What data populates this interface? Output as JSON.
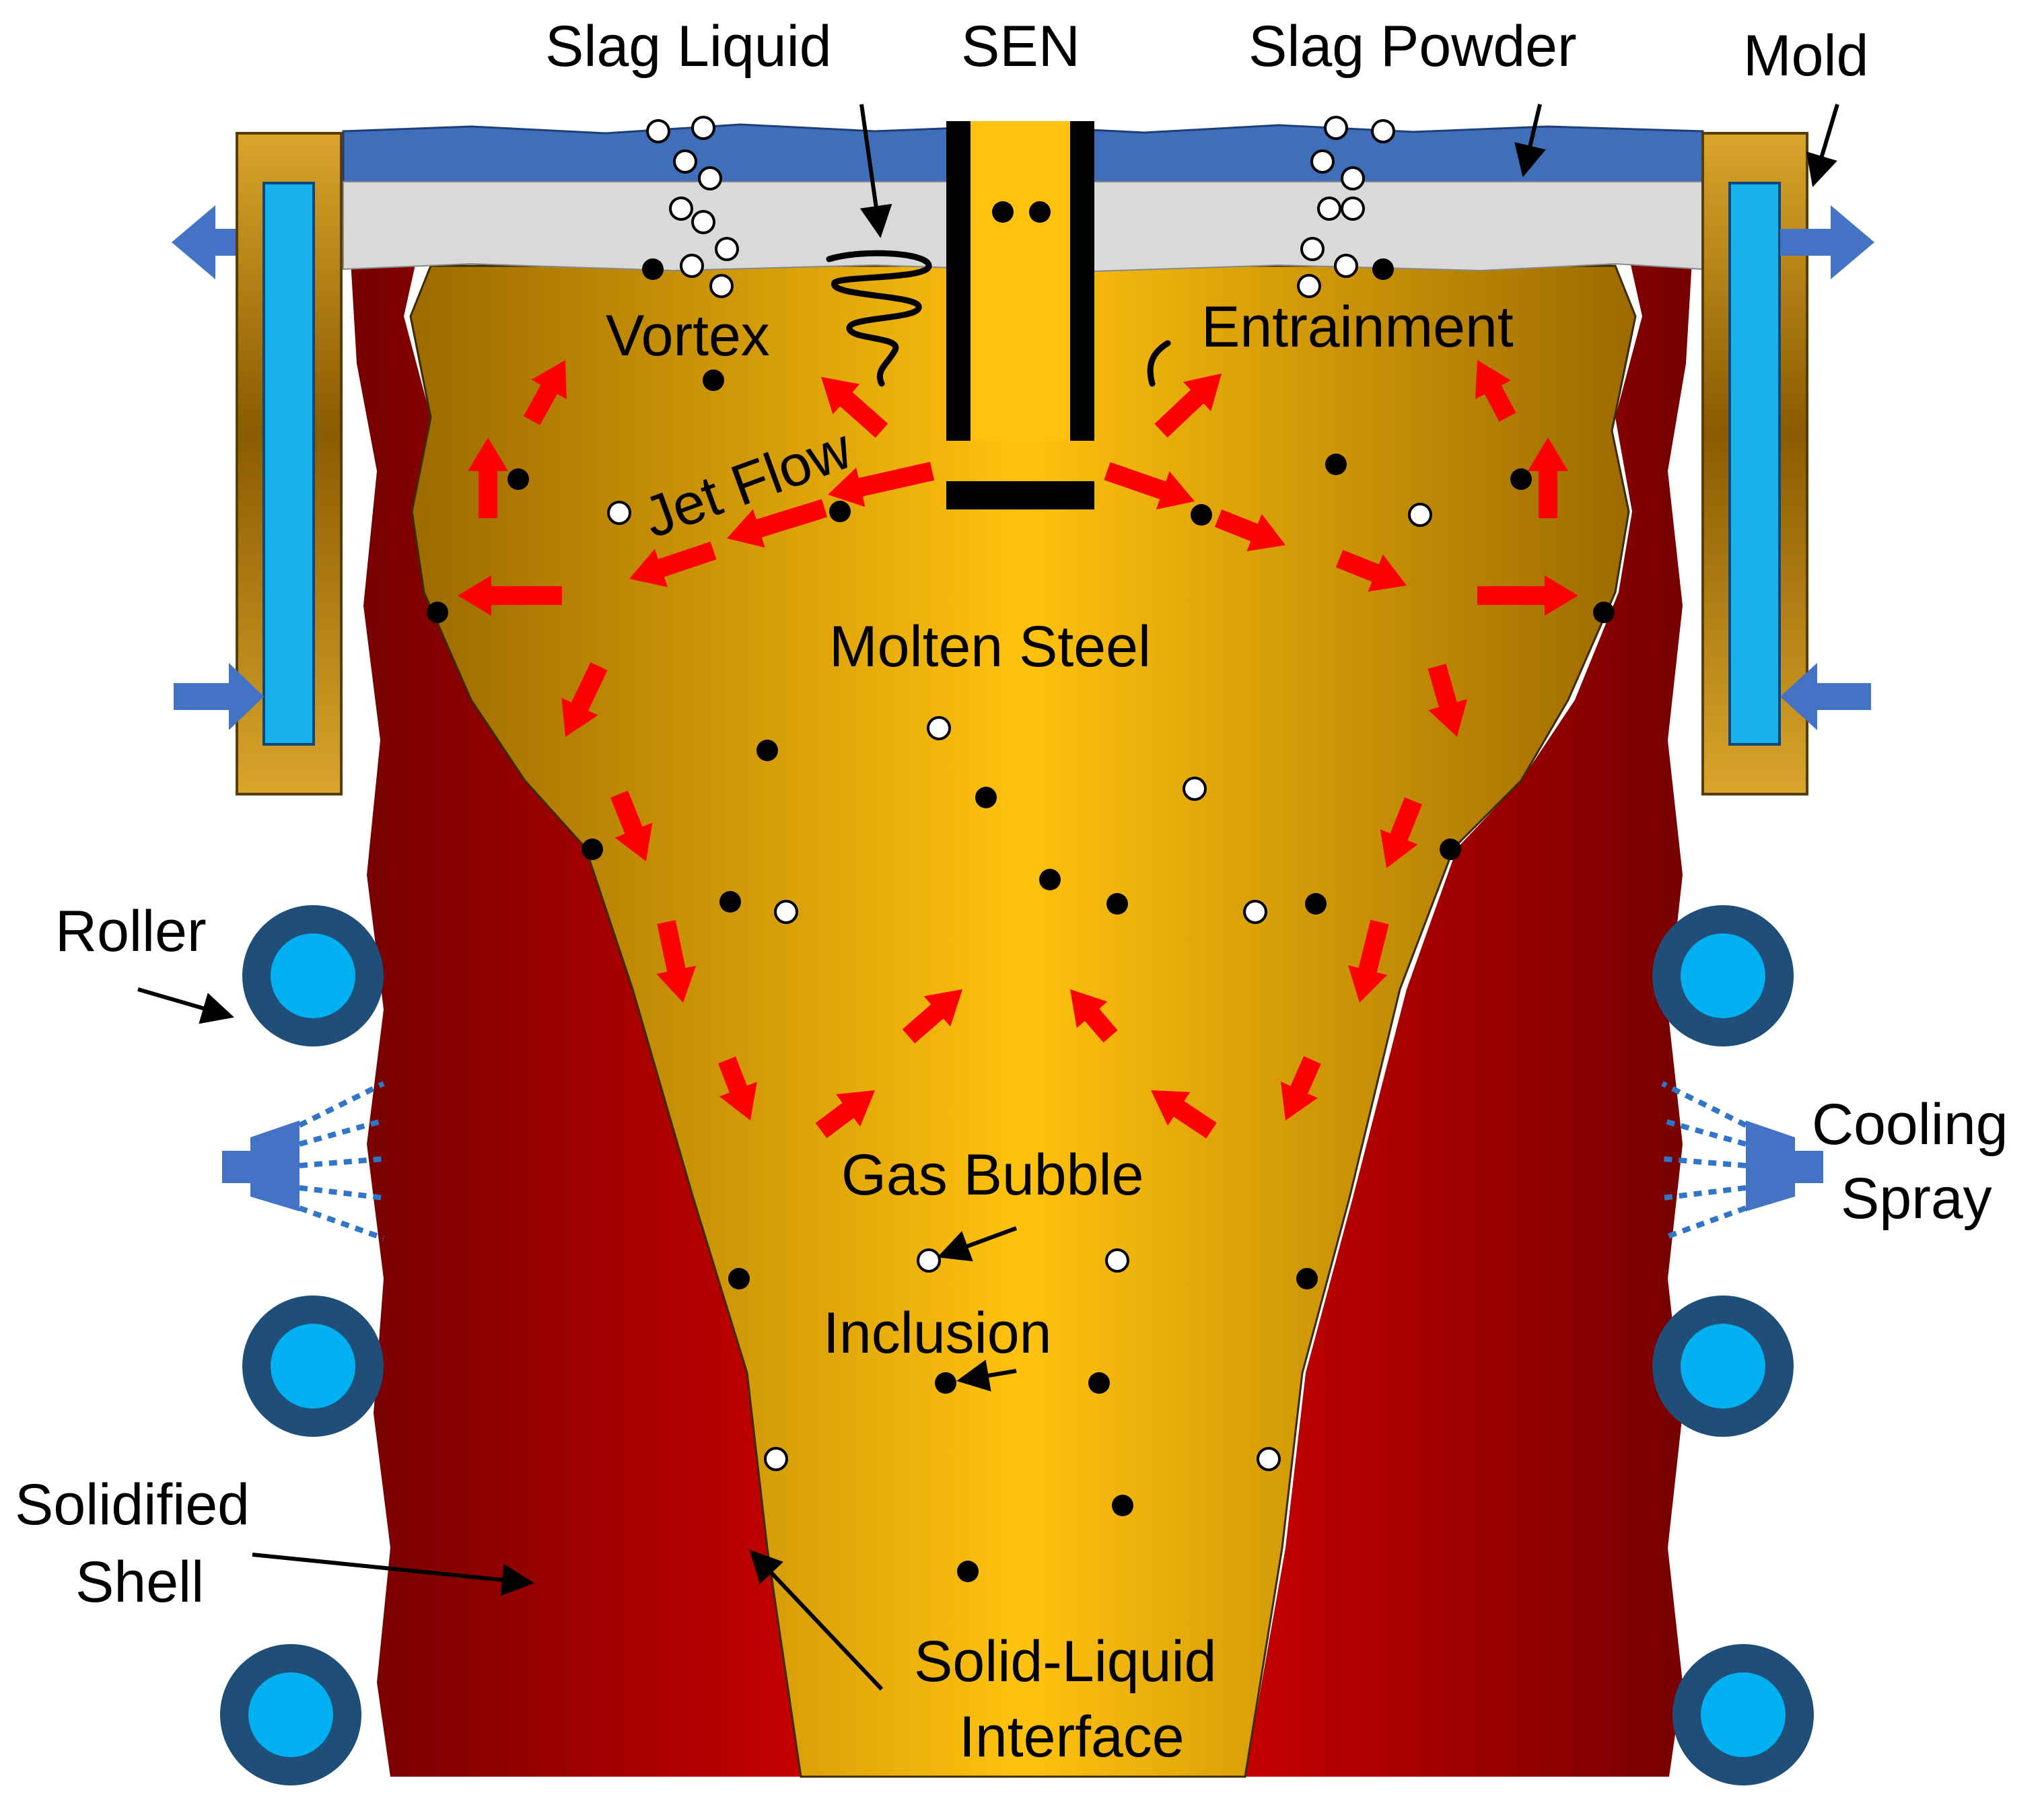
{
  "labels": {
    "slag_liquid": "Slag Liquid",
    "sen": "SEN",
    "slag_powder": "Slag Powder",
    "mold": "Mold",
    "vortex": "Vortex",
    "entrainment": "Entrainment",
    "jet_flow": "Jet Flow",
    "molten_steel": "Molten Steel",
    "roller": "Roller",
    "cooling_line1": "Cooling",
    "cooling_line2": "Spray",
    "gas_bubble": "Gas Bubble",
    "inclusion": "Inclusion",
    "solidified_line1": "Solidified",
    "solidified_line2": "Shell",
    "interface_line1": "Solid-Liquid",
    "interface_line2": "Interface"
  },
  "colors": {
    "slag_powder": "#3e6fb8",
    "slag_liquid": "#d9d9d9",
    "molten_steel_center": "#ffc20e",
    "molten_steel_edge": "#a07000",
    "shell_dark": "#7a0000",
    "shell_light": "#c00000",
    "mold_frame": "#c9901a",
    "coolant": "#19b2ec",
    "roller_ring": "#1f4e79",
    "roller_core": "#00b0f0",
    "flow_arrow": "#ff0000",
    "coolant_arrow": "#4472c4",
    "spray_nozzle": "#4472c4",
    "sen": "#000000"
  },
  "icons": [
    "vortex-icon",
    "roller-icon",
    "spray-nozzle-icon",
    "bubble-icon",
    "inclusion-icon"
  ]
}
